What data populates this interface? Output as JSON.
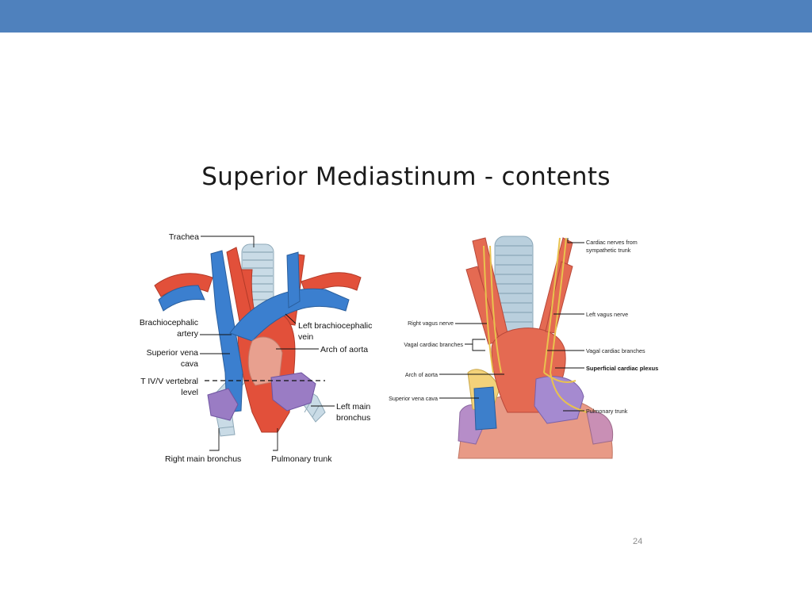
{
  "slide": {
    "title": "Superior Mediastinum - contents",
    "page_number": "24",
    "accent_color": "#4f81bd"
  },
  "left_figure": {
    "labels": {
      "trachea": "Trachea",
      "brachiocephalic_artery_1": "Brachiocephalic",
      "brachiocephalic_artery_2": "artery",
      "svc_1": "Superior vena",
      "svc_2": "cava",
      "vertebral_1": "T IV/V vertebral",
      "vertebral_2": "level",
      "right_main_bronchus": "Right main bronchus",
      "pulmonary_trunk": "Pulmonary trunk",
      "left_main_bronchus_1": "Left main",
      "left_main_bronchus_2": "bronchus",
      "arch_of_aorta": "Arch of aorta",
      "left_brachiocephalic_vein_1": "Left brachiocephalic",
      "left_brachiocephalic_vein_2": "vein"
    }
  },
  "right_figure": {
    "labels": {
      "cardiac_nerves_1": "Cardiac nerves from",
      "cardiac_nerves_2": "sympathetic trunk",
      "left_vagus_nerve": "Left vagus nerve",
      "right_vagus_nerve": "Right vagus nerve",
      "vagal_cardiac_branches_left": "Vagal cardiac branches",
      "vagal_cardiac_branches_right": "Vagal cardiac branches",
      "superficial_cardiac_plexus": "Superficial cardiac plexus",
      "arch_of_aorta": "Arch of aorta",
      "superior_vena_cava": "Superior vena cava",
      "pulmonary_trunk": "Pulmonary trunk"
    }
  }
}
